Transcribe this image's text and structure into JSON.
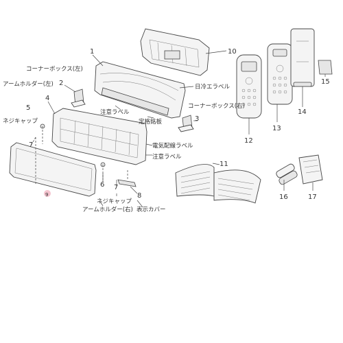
{
  "parts": {
    "p1": "1",
    "p2": "2",
    "p3": "3",
    "p4": "4",
    "p5": "5",
    "p6": "6",
    "p7a": "7",
    "p7b": "7",
    "p8": "8",
    "p9": "9",
    "p10": "10",
    "p11": "11",
    "p12": "12",
    "p13": "13",
    "p14": "14",
    "p15": "15",
    "p16": "16",
    "p17": "17"
  },
  "labels": {
    "corner_box_left": "コーナーボックス(左)",
    "arm_holder_left": "アームホルダー(左)",
    "screw_cap_left": "ネジキャップ",
    "daily_cold_label": "日冷エラベル",
    "caution_label_top": "注意ラベル",
    "corner_box_right": "コーナーボックス(右)",
    "rating_plate": "定格銘板",
    "wiring_label": "電気配線ラベル",
    "caution_label_bottom": "注意ラベル",
    "arm_holder_right": "アームホルダー(右)",
    "screw_cap_bottom": "ネジキャップ",
    "display_cover": "表示カバー"
  },
  "colors": {
    "line": "#444444",
    "text": "#333333",
    "panel_marker": "#e98aa0"
  }
}
